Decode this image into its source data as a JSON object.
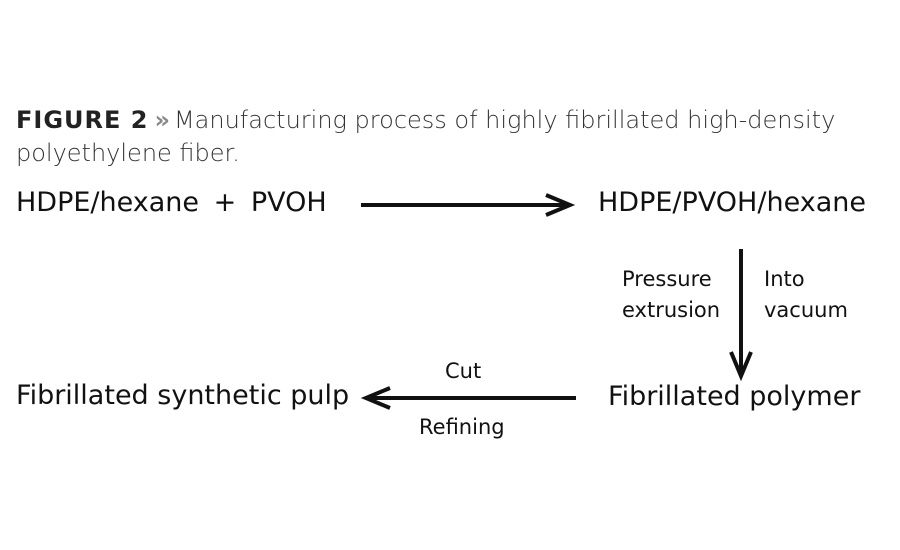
{
  "caption": {
    "figure_label": "FIGURE 2",
    "separator": "»",
    "text": "Manufacturing process of highly fibrillated high-density polyethylene fiber."
  },
  "nodes": {
    "input_a": "HDPE/hexane",
    "plus": "+",
    "input_b": "PVOH",
    "mixture": "HDPE/PVOH/hexane",
    "fibrillated_polymer": "Fibrillated polymer",
    "synthetic_pulp": "Fibrillated synthetic pulp"
  },
  "edges": {
    "pressure_extrusion_line1": "Pressure",
    "pressure_extrusion_line2": "extrusion",
    "into_vacuum_line1": "Into",
    "into_vacuum_line2": "vacuum",
    "cut": "Cut",
    "refining": "Refining"
  }
}
